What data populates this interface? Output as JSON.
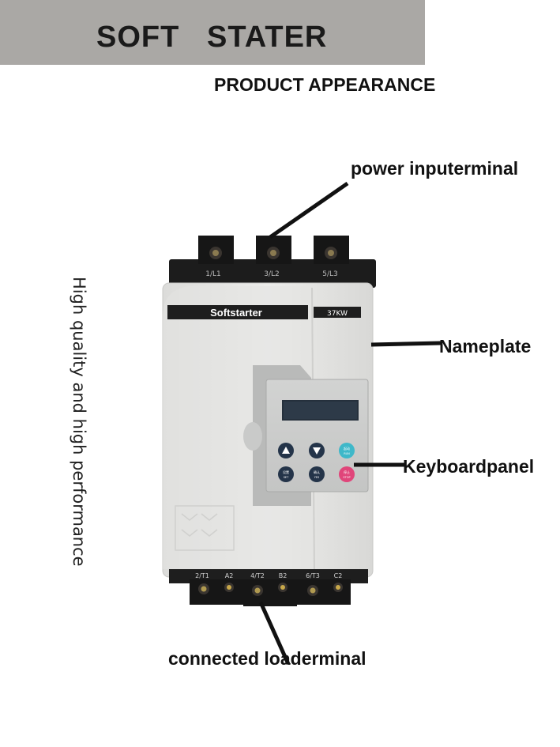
{
  "banner": {
    "title": "SOFT   STATER"
  },
  "subtitle": "PRODUCT APPEARANCE",
  "side_text": "High quality and high performance",
  "callouts": {
    "power_input": "power inputerminal",
    "nameplate": "Nameplate",
    "keyboard_panel": "Keyboardpanel",
    "load_terminal": "connected loaderminal"
  },
  "device": {
    "brand": "Softstarter",
    "rating": "37KW",
    "top_terminals": [
      "1/L1",
      "3/L2",
      "5/L3"
    ],
    "bottom_terminals": [
      "2/T1",
      "A2",
      "4/T2",
      "B2",
      "6/T3",
      "C2"
    ],
    "keys": {
      "run_top": "起动",
      "run_bottom": "RUN",
      "set_top": "设置",
      "set_bottom": "SET",
      "yes_top": "确认",
      "yes_bottom": "YES",
      "stop_top": "停止",
      "stop_bottom": "STOP"
    }
  }
}
